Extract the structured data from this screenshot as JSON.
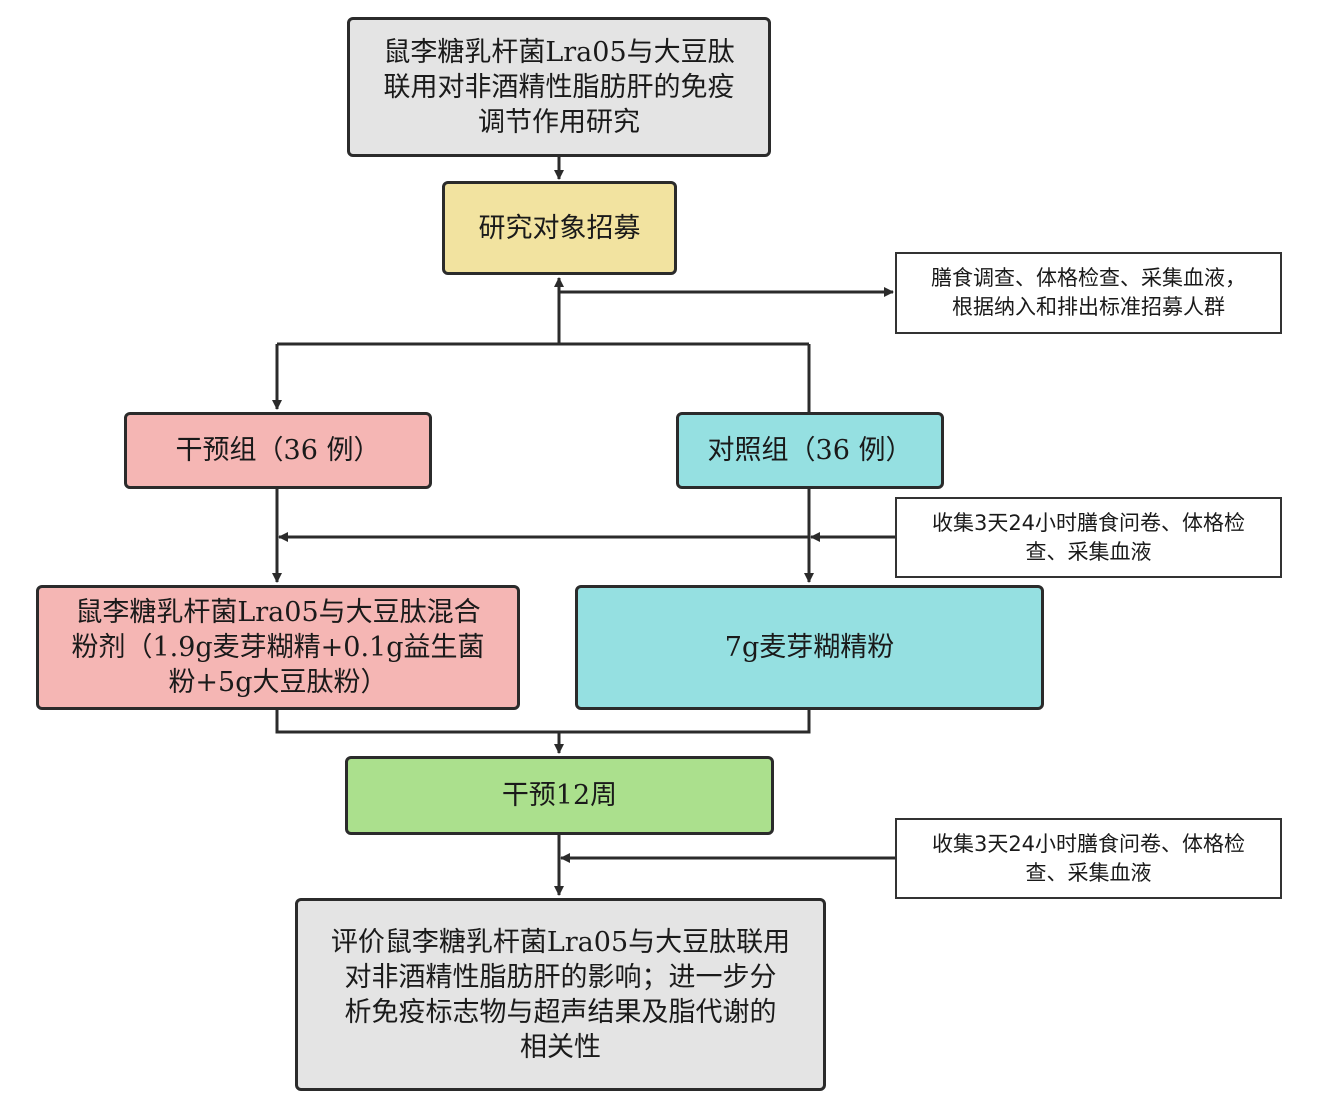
{
  "colors": {
    "gray": "#e4e4e4",
    "yellow": "#f2e3a0",
    "pink": "#f5b6b4",
    "cyan": "#95e0e1",
    "green": "#abe08d",
    "line": "#2b2b2b"
  },
  "nodes": {
    "title": "鼠李糖乳杆菌Lra05与大豆肽\n联用对非酒精性脂肪肝的免疫\n调节作用研究",
    "recruit": "研究对象招募",
    "intervention_group": "干预组（36 例）",
    "control_group": "对照组（36 例）",
    "intervention_treatment": "鼠李糖乳杆菌Lra05与大豆肽混合\n粉剂（1.9g麦芽糊精+0.1g益生菌\n粉+5g大豆肽粉）",
    "control_treatment": "7g麦芽糊精粉",
    "duration": "干预12周",
    "evaluation": "评价鼠李糖乳杆菌Lra05与大豆肽联用\n对非酒精性脂肪肝的影响；进一步分\n析免疫标志物与超声结果及脂代谢的\n相关性"
  },
  "notes": {
    "recruit_note": "膳食调查、体格检查、采集血液，\n根据纳入和排出标准招募人群",
    "baseline_note": "收集3天24小时膳食问卷、体格检\n查、采集血液",
    "followup_note": "收集3天24小时膳食问卷、体格检\n查、采集血液"
  }
}
